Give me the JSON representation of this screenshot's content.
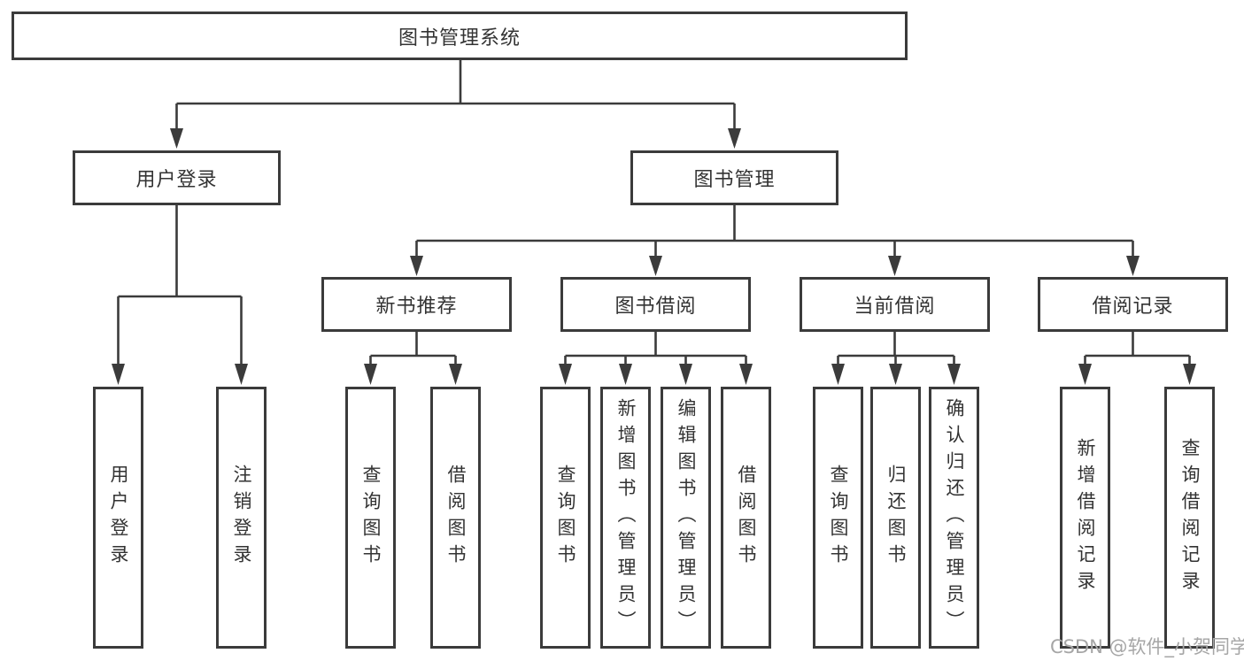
{
  "diagram": {
    "title": "图书管理系统",
    "root": {
      "label": "图书管理系统"
    },
    "branches": [
      {
        "label": "用户登录",
        "children": [
          {
            "label": "用户登录"
          },
          {
            "label": "注销登录"
          }
        ]
      },
      {
        "label": "图书管理",
        "sections": [
          {
            "label": "新书推荐",
            "children": [
              {
                "label": "查询图书"
              },
              {
                "label": "借阅图书"
              }
            ]
          },
          {
            "label": "图书借阅",
            "children": [
              {
                "label": "查询图书"
              },
              {
                "label": "新增图书（管理员）"
              },
              {
                "label": "编辑图书（管理员）"
              },
              {
                "label": "借阅图书"
              }
            ]
          },
          {
            "label": "当前借阅",
            "children": [
              {
                "label": "查询图书"
              },
              {
                "label": "归还图书"
              },
              {
                "label": "确认归还（管理员）"
              }
            ]
          },
          {
            "label": "借阅记录",
            "children": [
              {
                "label": "新增借阅记录"
              },
              {
                "label": "查询借阅记录"
              }
            ]
          }
        ]
      }
    ]
  },
  "watermark": {
    "text": "CSDN @软件_小贺同学"
  },
  "colors": {
    "line": "#3b3b3b",
    "text": "#333333",
    "watermark": "#a6a6a6",
    "background": "#ffffff"
  }
}
